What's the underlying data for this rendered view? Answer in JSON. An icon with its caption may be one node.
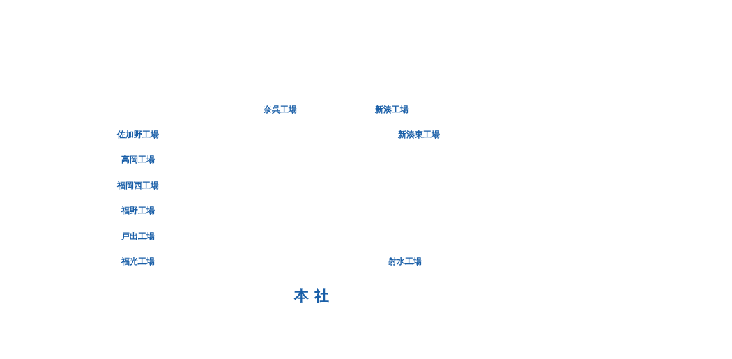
{
  "diagram": {
    "labels": [
      "奈呉工場",
      "新湊工場",
      "佐加野工場",
      "新湊東工場",
      "高岡工場",
      "福岡西工場",
      "福野工場",
      "戸出工場",
      "福光工場",
      "射水工場",
      "本社"
    ]
  }
}
